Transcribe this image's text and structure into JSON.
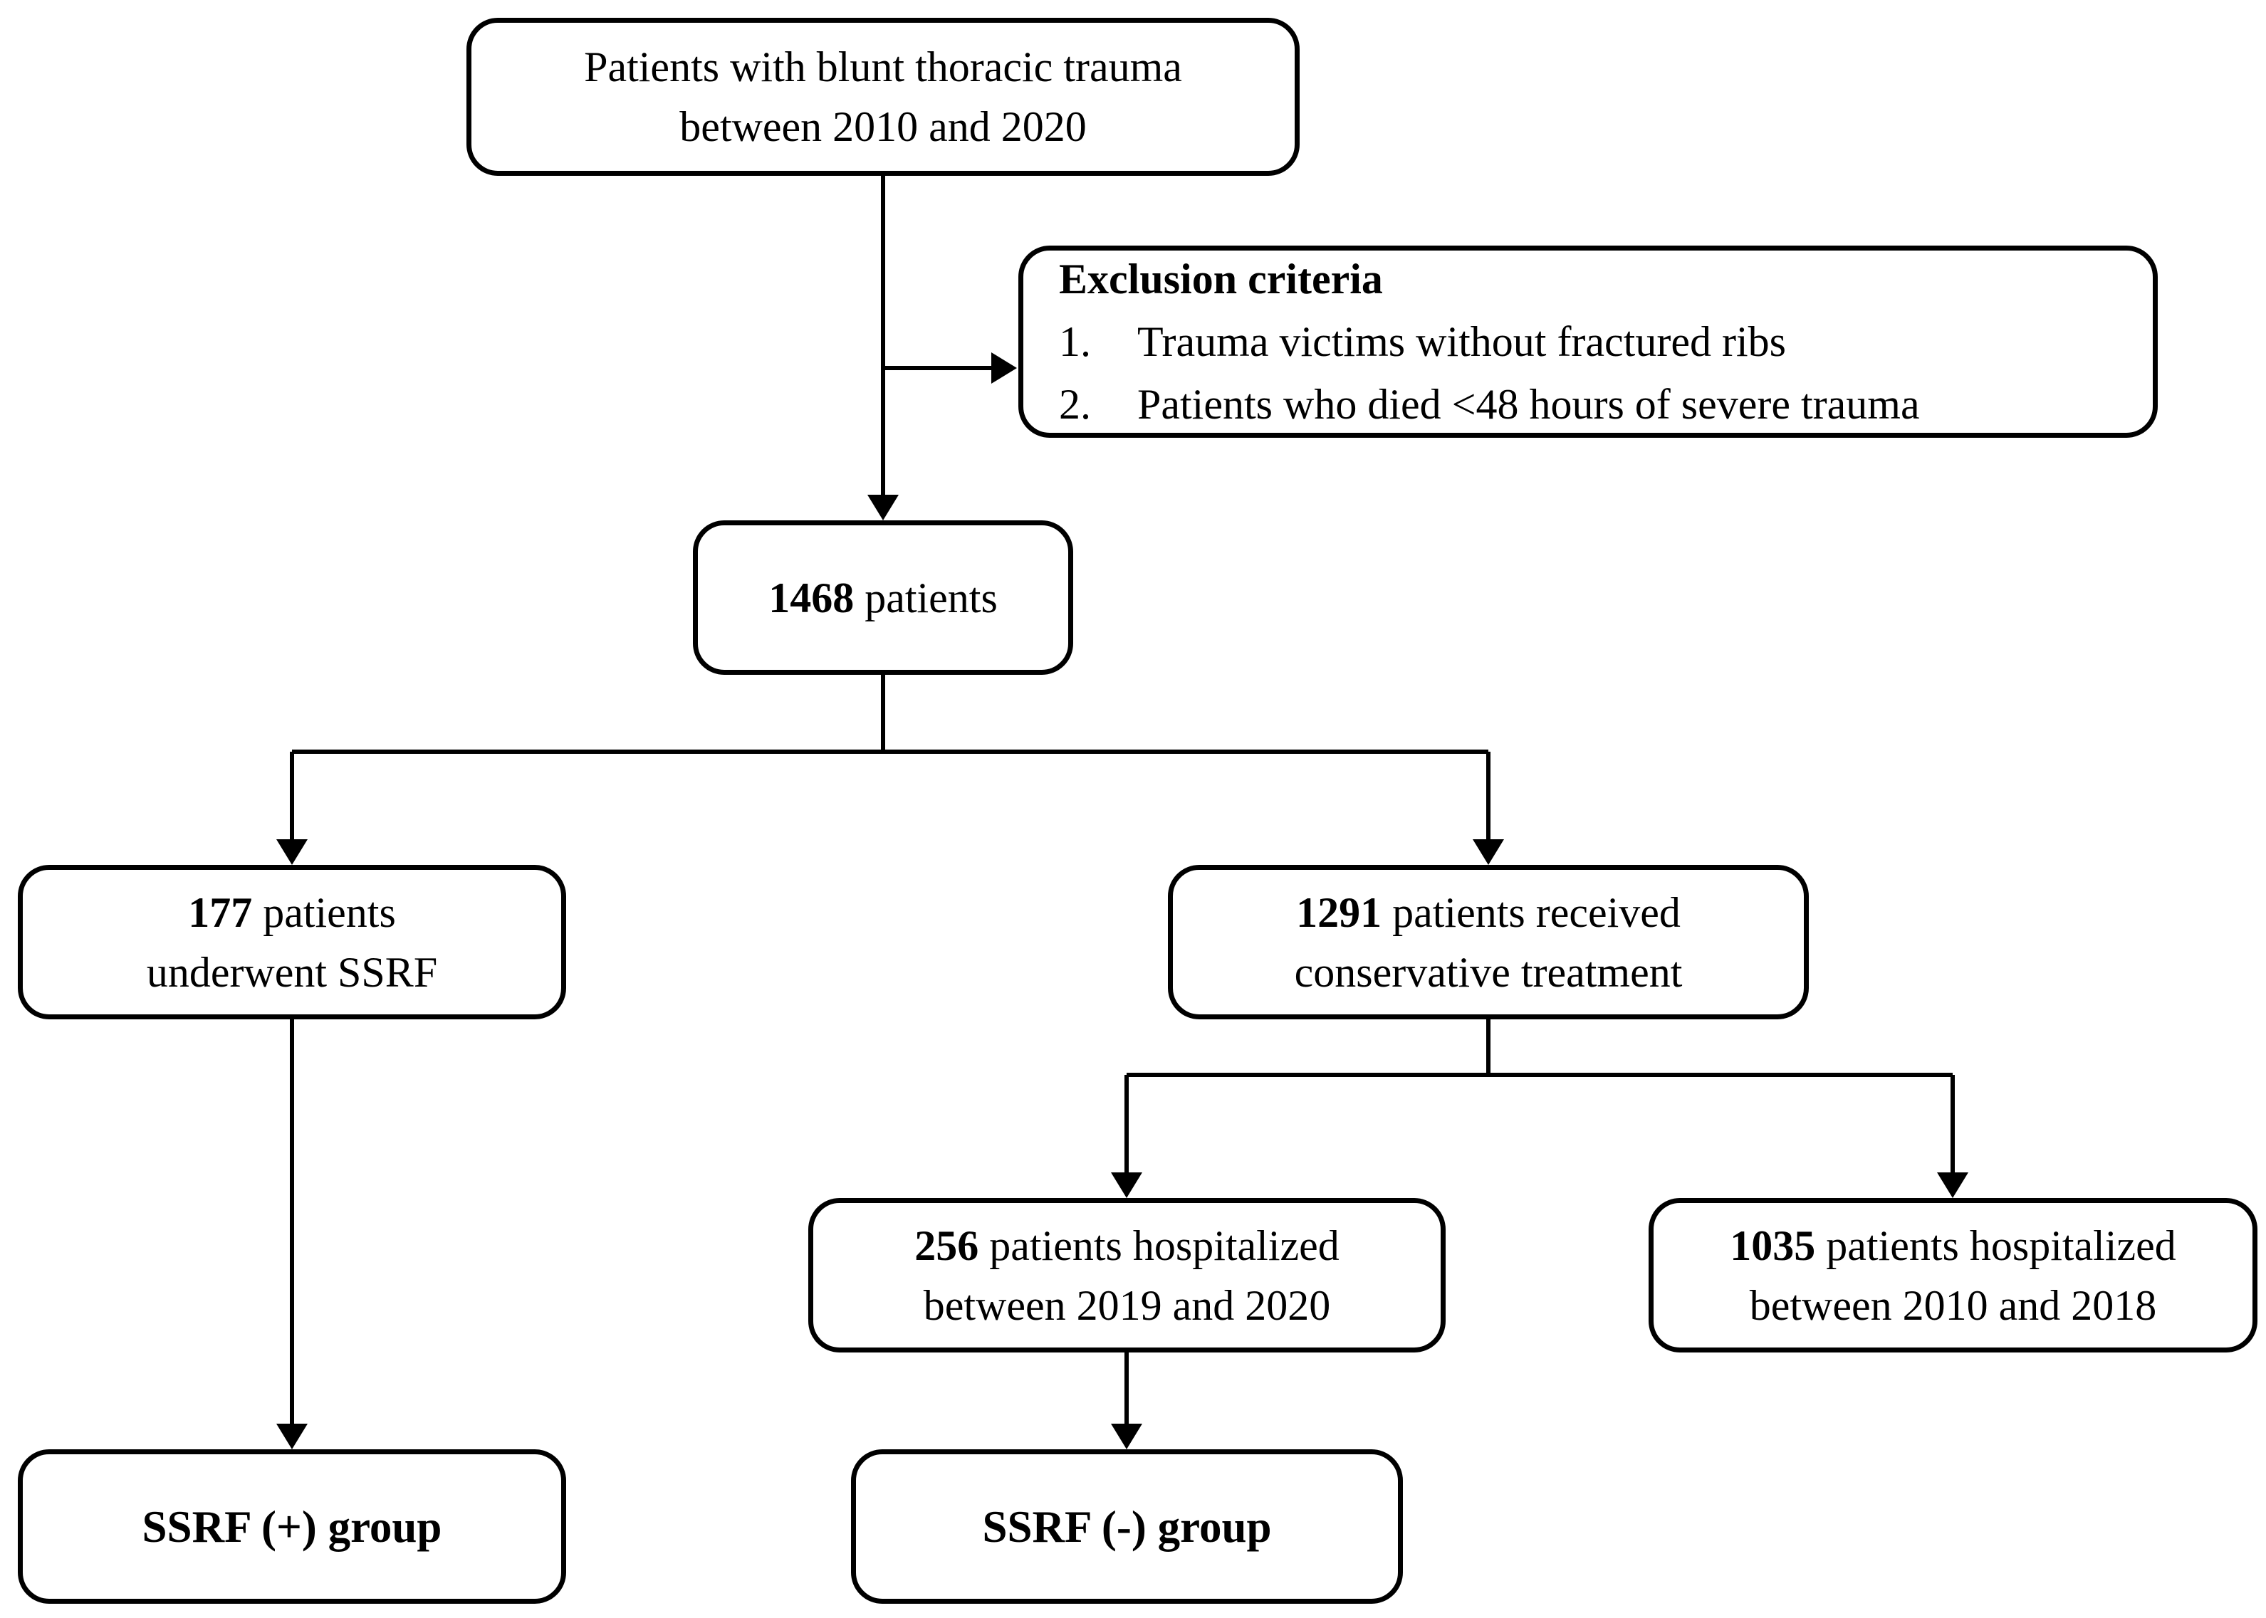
{
  "nodes": {
    "start": {
      "line1": "Patients with blunt thoracic trauma",
      "line2": "between 2010 and 2020"
    },
    "exclusion": {
      "heading": "Exclusion criteria",
      "items": [
        {
          "num": "1.",
          "text": "Trauma victims without fractured ribs"
        },
        {
          "num": "2.",
          "text": "Patients who died <48 hours of severe trauma"
        }
      ]
    },
    "cohort": {
      "count": "1468",
      "rest": " patients"
    },
    "ssrf": {
      "count": "177",
      "rest": " patients",
      "line2": "underwent SSRF"
    },
    "conservative": {
      "count": "1291",
      "rest": " patients received",
      "line2": "conservative treatment"
    },
    "recent": {
      "count": "256",
      "rest": " patients hospitalized",
      "line2": "between 2019 and 2020"
    },
    "historic": {
      "count": "1035",
      "rest": " patients hospitalized",
      "line2": "between 2010 and 2018"
    },
    "group_plus": {
      "label": "SSRF (+) group"
    },
    "group_minus": {
      "label": "SSRF (-) group"
    }
  },
  "colors": {
    "line": "#000000",
    "box_border": "#000000",
    "box_background": "#ffffff",
    "page_background": "#ffffff"
  }
}
